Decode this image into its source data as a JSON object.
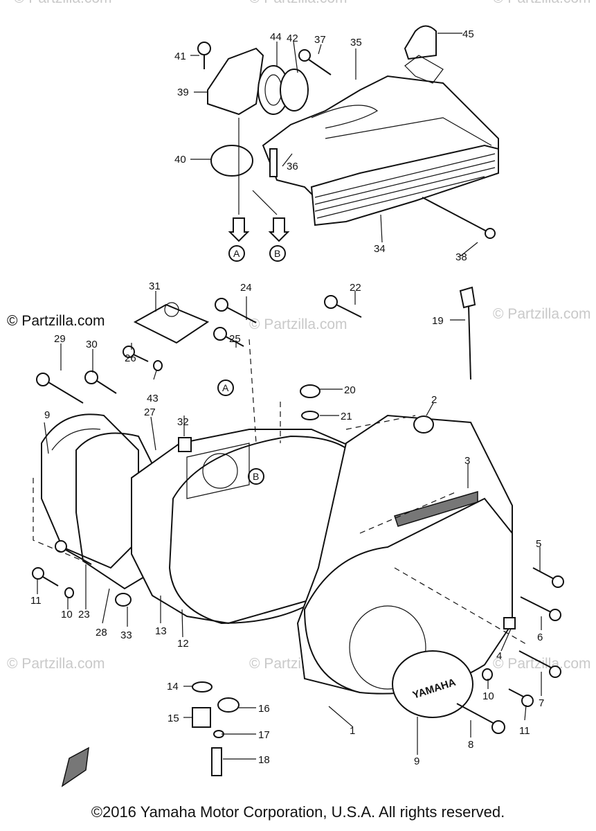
{
  "watermarks": [
    "© Partzilla.com",
    "© Partzilla.com",
    "© Partzilla.com",
    "© Partzilla.com",
    "© Partzilla.com",
    "© Partzilla.com",
    "© Partzilla.com",
    "© Partzilla.com",
    "© Partzilla.com"
  ],
  "references": {
    "a": "A",
    "b": "B"
  },
  "cover_logo": "YAMAHA",
  "callouts": [
    "1",
    "2",
    "3",
    "4",
    "5",
    "6",
    "7",
    "8",
    "9",
    "9",
    "10",
    "10",
    "11",
    "11",
    "12",
    "13",
    "14",
    "15",
    "16",
    "17",
    "18",
    "19",
    "20",
    "21",
    "22",
    "23",
    "24",
    "25",
    "26",
    "27",
    "28",
    "29",
    "30",
    "31",
    "32",
    "33",
    "34",
    "35",
    "36",
    "37",
    "38",
    "39",
    "40",
    "41",
    "42",
    "43",
    "44",
    "45"
  ],
  "copyright": "©2016 Yamaha Motor Corporation, U.S.A. All rights reserved."
}
